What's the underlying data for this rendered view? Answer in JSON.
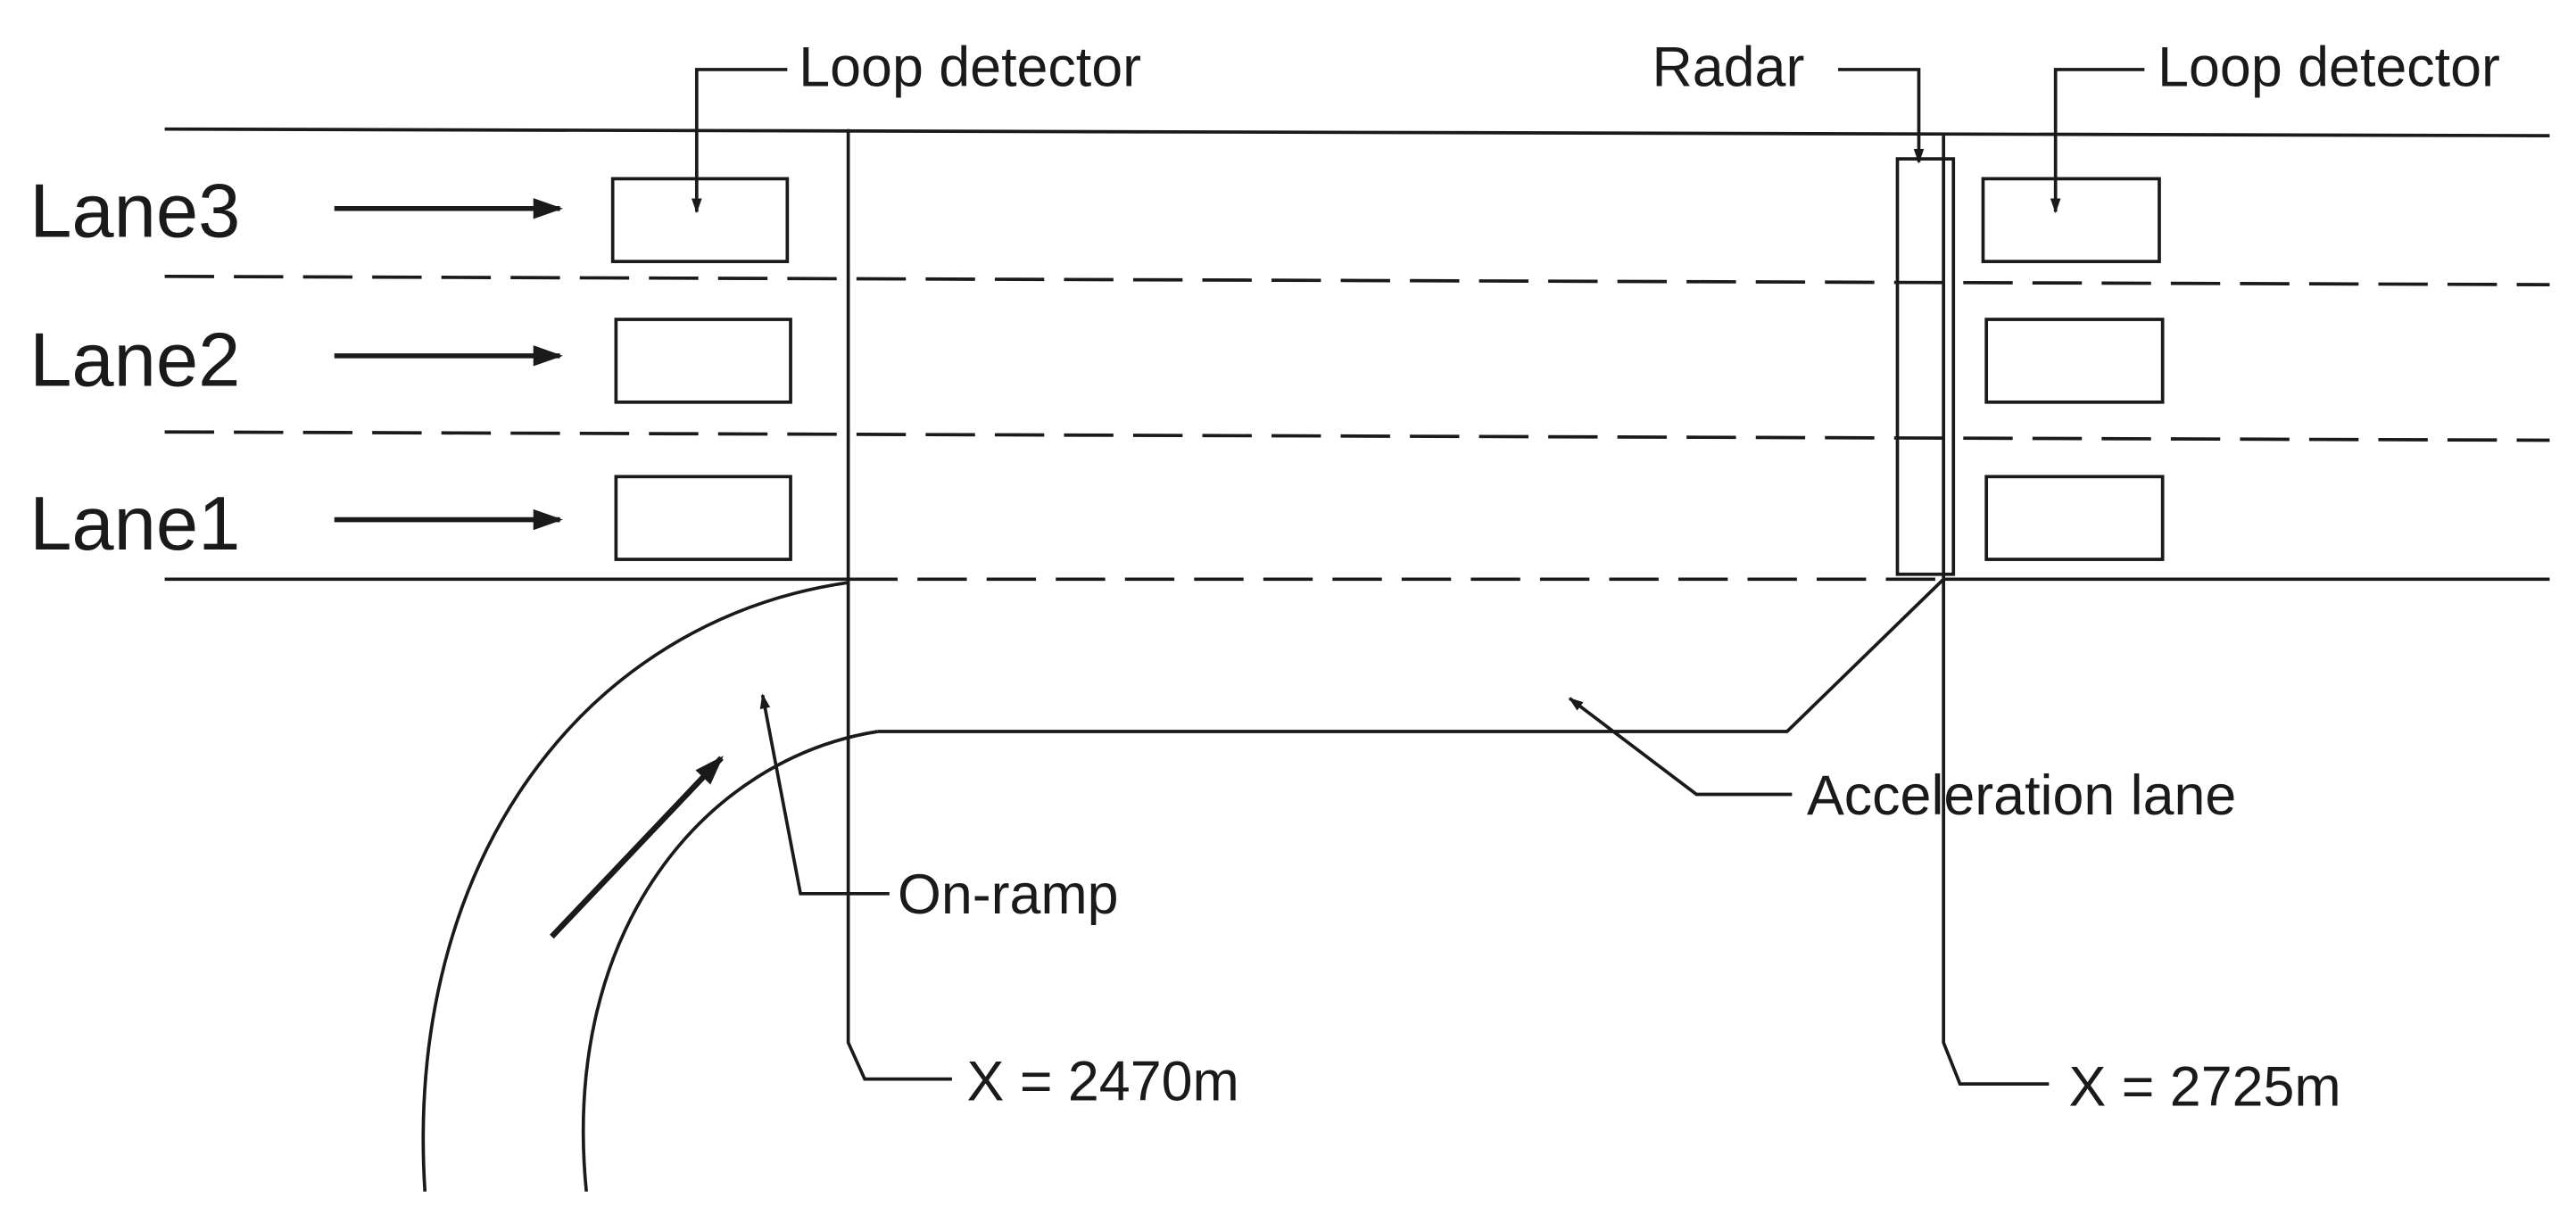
{
  "lanes": [
    {
      "label": "Lane3"
    },
    {
      "label": "Lane2"
    },
    {
      "label": "Lane1"
    }
  ],
  "labels": {
    "loop_detector_left": "Loop detector",
    "loop_detector_right": "Loop detector",
    "radar": "Radar",
    "on_ramp": "On-ramp",
    "acceleration_lane": "Acceleration lane",
    "x_start": "X = 2470m",
    "x_end": "X = 2725m"
  }
}
